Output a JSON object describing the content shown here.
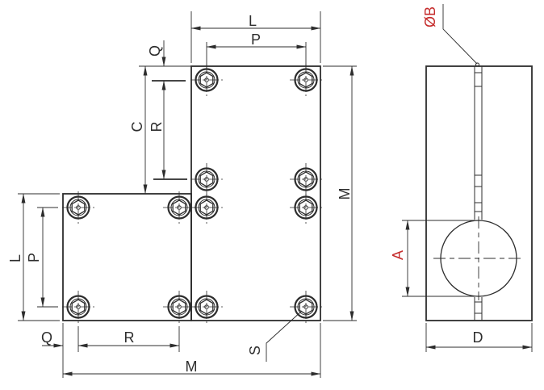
{
  "drawing": {
    "type": "engineering-drawing",
    "description": "Two-piece L-shaped clamp block assembly with socket head cap screws; front view and side view with shaft bore",
    "views": [
      "front",
      "side"
    ]
  },
  "colors": {
    "background": "#ffffff",
    "line": "#2d2d2d",
    "accent_red": "#c52b2b"
  },
  "labels": {
    "top_width": "L",
    "top_hole_pitch": "P",
    "top_edge_offset": "Q",
    "center_height": "C",
    "vertical_hole_pitch": "R",
    "left_height": "L",
    "left_hole_pitch": "P",
    "bottom_edge_offset": "Q",
    "bottom_hole_pitch": "R",
    "overall_width": "M",
    "overall_height": "M",
    "screw_callout": "S",
    "bore_diameter": "ØB",
    "clamp_bore_diameter": "A",
    "block_depth": "D"
  }
}
